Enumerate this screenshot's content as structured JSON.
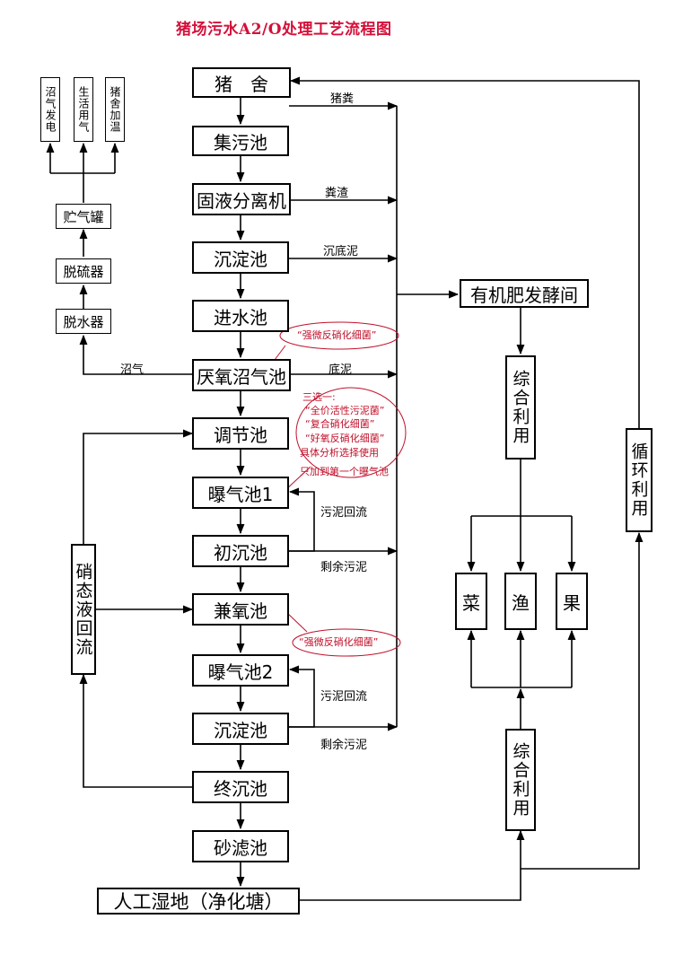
{
  "title": "猪场污水A2/O处理工艺流程图",
  "main_chain": {
    "pig_house": "猪　舍",
    "collection_tank": "集污池",
    "separator": "固液分离机",
    "settling_tank_1": "沉淀池",
    "inlet_tank": "进水池",
    "anaerobic_tank": "厌氧沼气池",
    "regulating_tank": "调节池",
    "aeration_tank_1": "曝气池1",
    "primary_settling": "初沉池",
    "anoxic_tank": "兼氧池",
    "aeration_tank_2": "曝气池2",
    "settling_tank_2": "沉淀池",
    "final_settling": "终沉池",
    "sand_filter": "砂滤池",
    "wetland": "人工湿地（净化塘）"
  },
  "biogas_chain": {
    "dehydrator": "脱水器",
    "desulfurizer": "脱硫器",
    "gas_tank": "贮气罐",
    "use_power": "沼气发电",
    "use_living": "生活用气",
    "use_heating": "猪舍加温"
  },
  "right_side": {
    "fertilizer_room": "有机肥发酵间",
    "comprehensive_use_1": "综合利用",
    "comprehensive_use_2": "综合利用",
    "vegetable": "菜",
    "fishery": "渔",
    "fruit": "果",
    "recycle": "循环利用"
  },
  "nitrate_return": "硝态液回流",
  "flow_labels": {
    "manure": "猪粪",
    "residue": "粪渣",
    "sediment": "沉底泥",
    "bottom_mud": "底泥",
    "biogas": "沼气",
    "sludge_return_1": "污泥回流",
    "excess_sludge_1": "剩余污泥",
    "sludge_return_2": "污泥回流",
    "excess_sludge_2": "剩余污泥"
  },
  "annotations": {
    "bacteria_1": "“强微反硝化细菌”",
    "choice_head": "三选一:",
    "choice_a": "“全价活性污泥菌”",
    "choice_b": "“复合硝化细菌”",
    "choice_c": "“好氧反硝化细菌”",
    "choice_note": "具体分析选择使用",
    "choice_note2": "只加到第一个曝气池",
    "bacteria_2": "“强微反硝化细菌”"
  },
  "colors": {
    "title": "#d4103a",
    "annotation": "#c0102a",
    "line": "#000000"
  }
}
